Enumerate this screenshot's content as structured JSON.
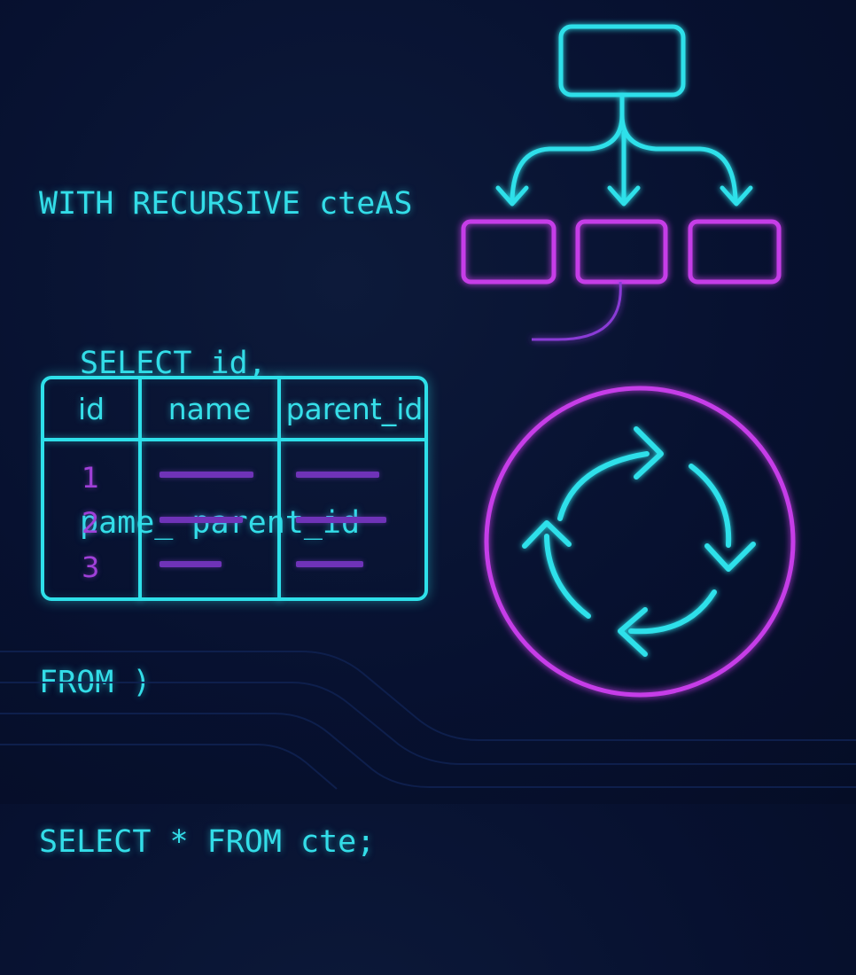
{
  "code": {
    "lines": [
      "WITH RECURSIVE cteAS",
      "SELECT id,",
      "pame_ parent_id",
      "FROM )",
      "SELECT * FROM cte;"
    ]
  },
  "table": {
    "headers": [
      "id",
      "name",
      "parent_id"
    ],
    "rows": [
      {
        "id": "1"
      },
      {
        "id": "2"
      },
      {
        "id": "3"
      }
    ]
  },
  "colors": {
    "cyan": "#2ee0ea",
    "magenta": "#c63ee8",
    "purple": "#6f33b8",
    "background": "#071130"
  },
  "icons": {
    "tree": "tree-hierarchy-icon",
    "cycle": "recursion-cycle-icon"
  }
}
